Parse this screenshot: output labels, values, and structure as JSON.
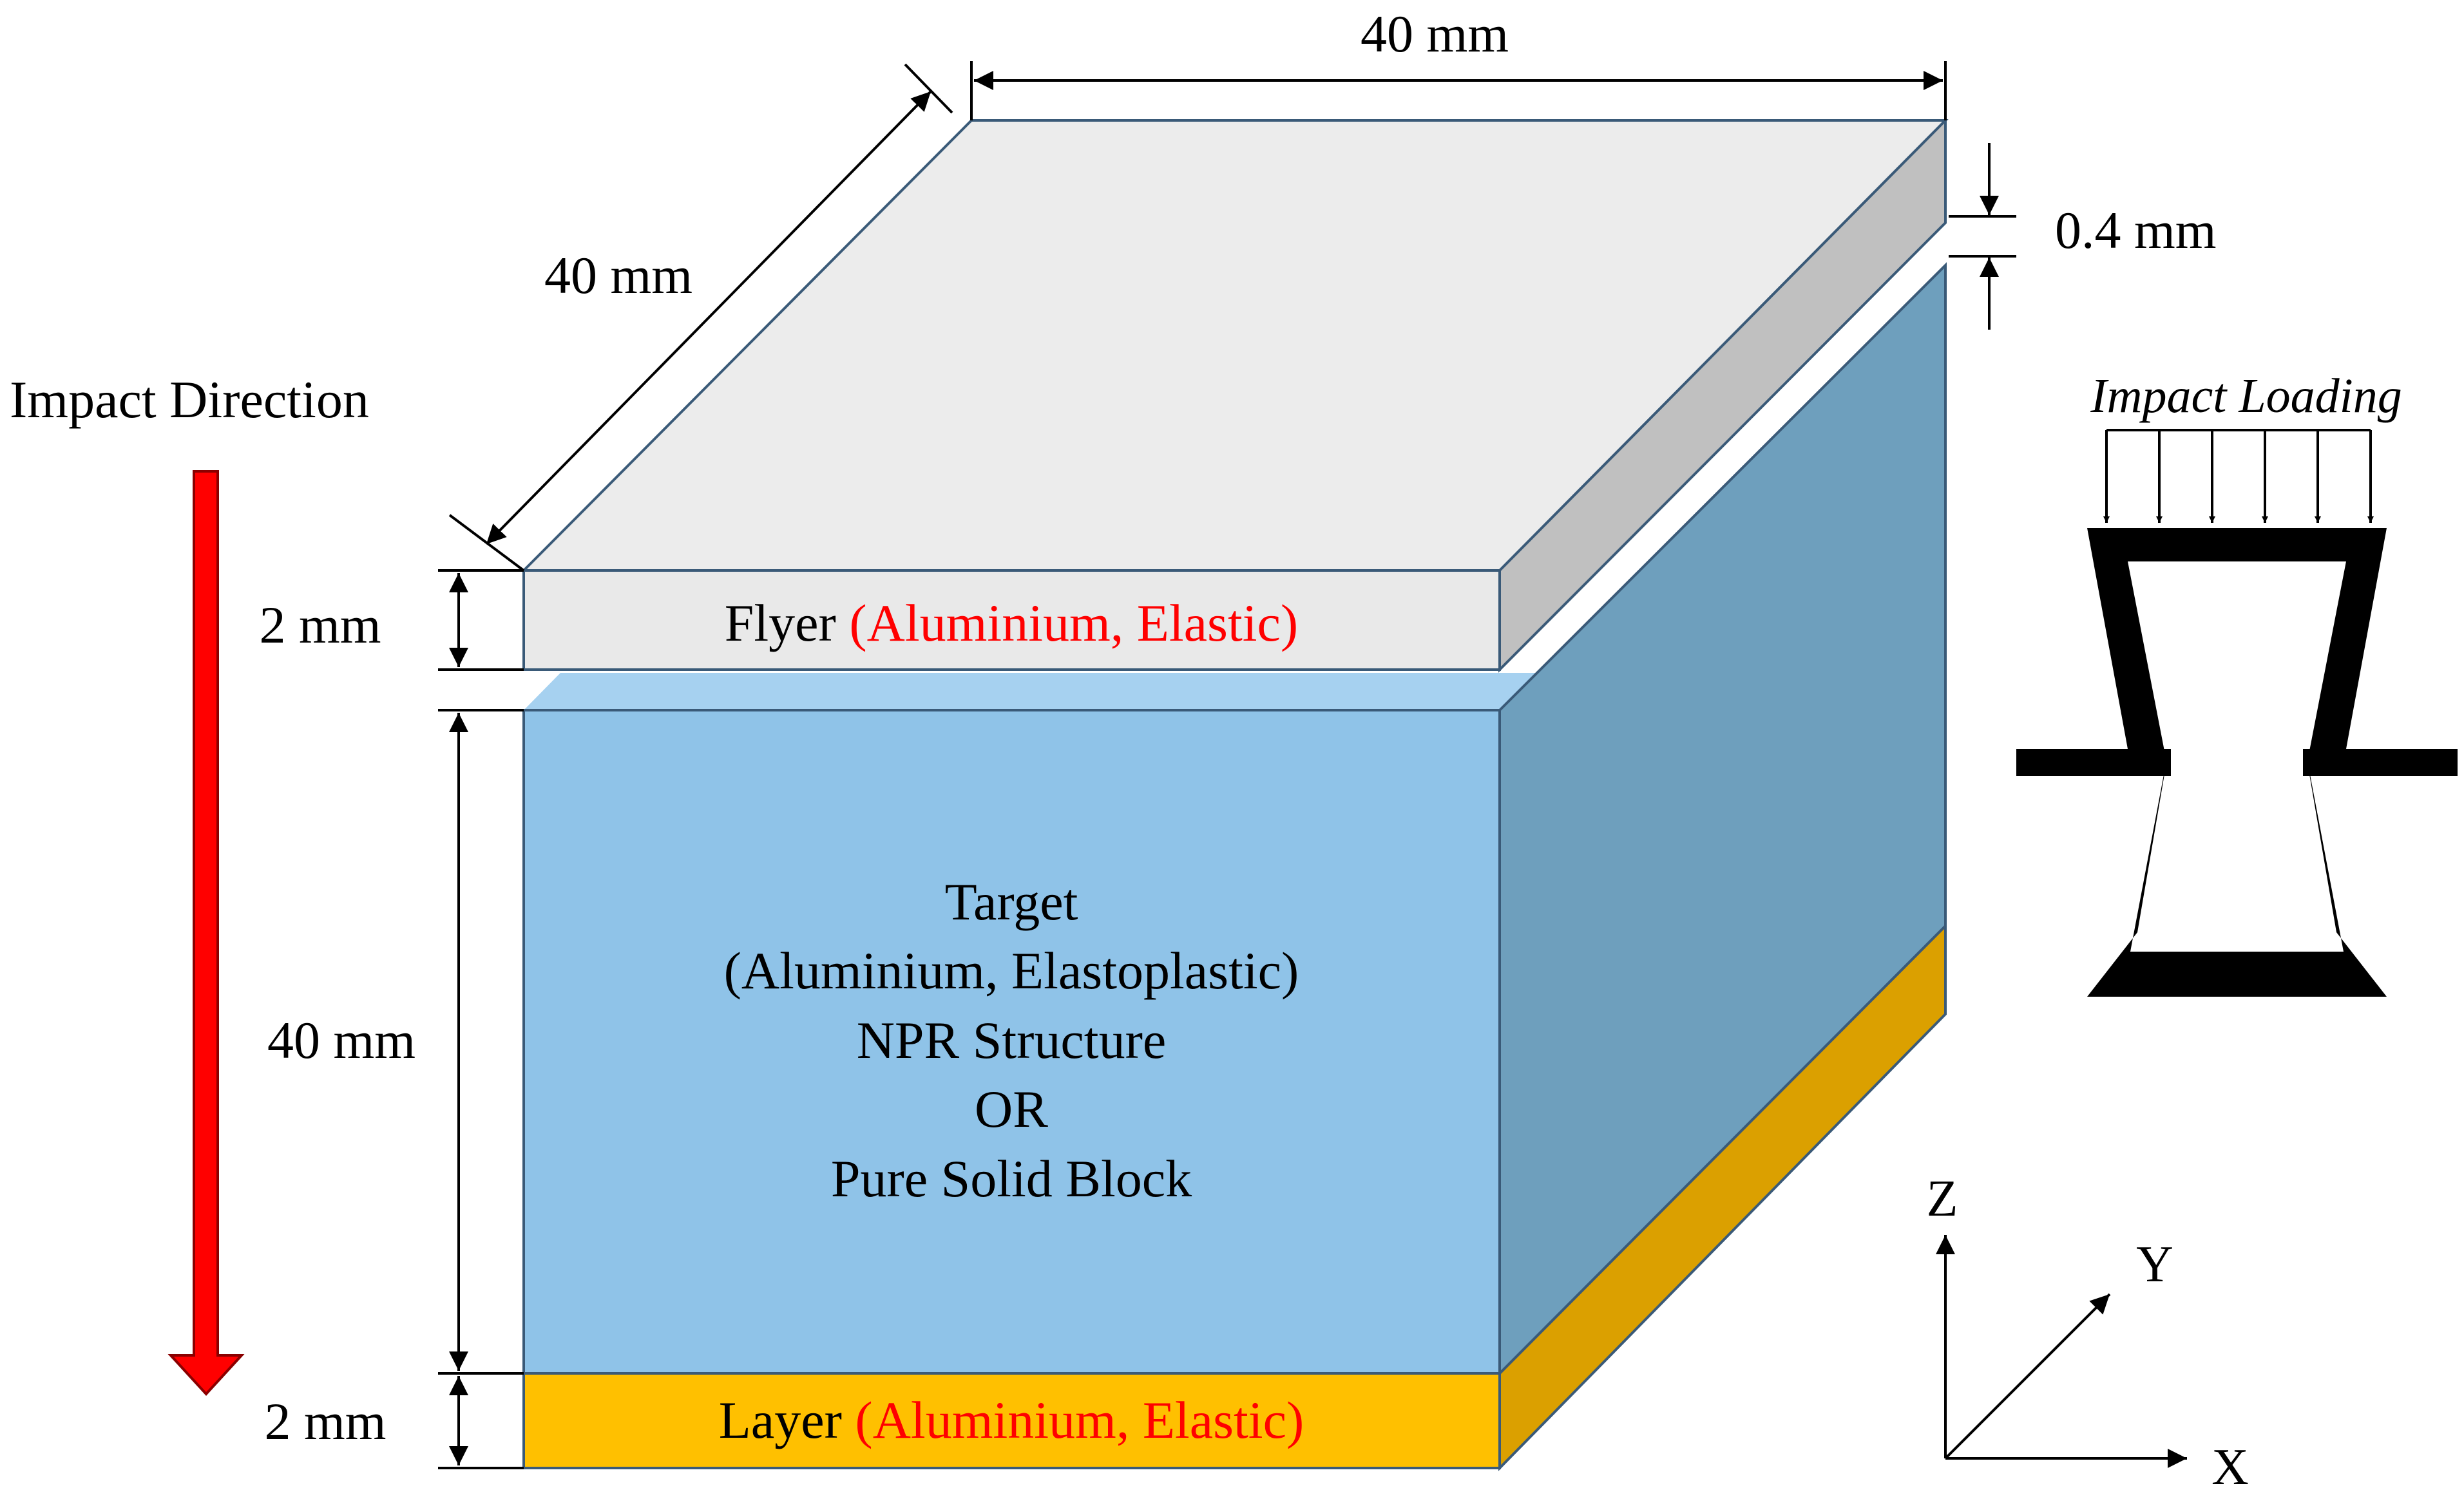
{
  "dimensions": {
    "top_width": "40 mm",
    "top_depth": "40 mm",
    "gap": "0.4 mm",
    "flyer_thickness": "2 mm",
    "target_height": "40 mm",
    "layer_thickness": "2 mm"
  },
  "impact_direction_label": "Impact Direction",
  "flyer": {
    "name": "Flyer",
    "material": "(Aluminium, Elastic)"
  },
  "target": {
    "name": "Target",
    "material": "(Aluminium, Elastoplastic)",
    "option_a": "NPR Structure",
    "or": "OR",
    "option_b": "Pure Solid Block"
  },
  "layer": {
    "name": "Layer",
    "material": "(Aluminium, Elastic)"
  },
  "impact_loading_label": "Impact Loading",
  "axes": {
    "z": "Z",
    "y": "Y",
    "x": "X"
  },
  "colors": {
    "flyer_front": "#e9e9e9",
    "flyer_top": "#ececec",
    "flyer_side": "#c0c0c0",
    "target_front": "#8fc3e8",
    "target_top": "#a6d1f0",
    "target_side": "#6e9fbd",
    "layer_front": "#ffc000",
    "layer_side": "#dba000",
    "material_text": "#ff0000",
    "arrow_fill": "#ff0000"
  }
}
